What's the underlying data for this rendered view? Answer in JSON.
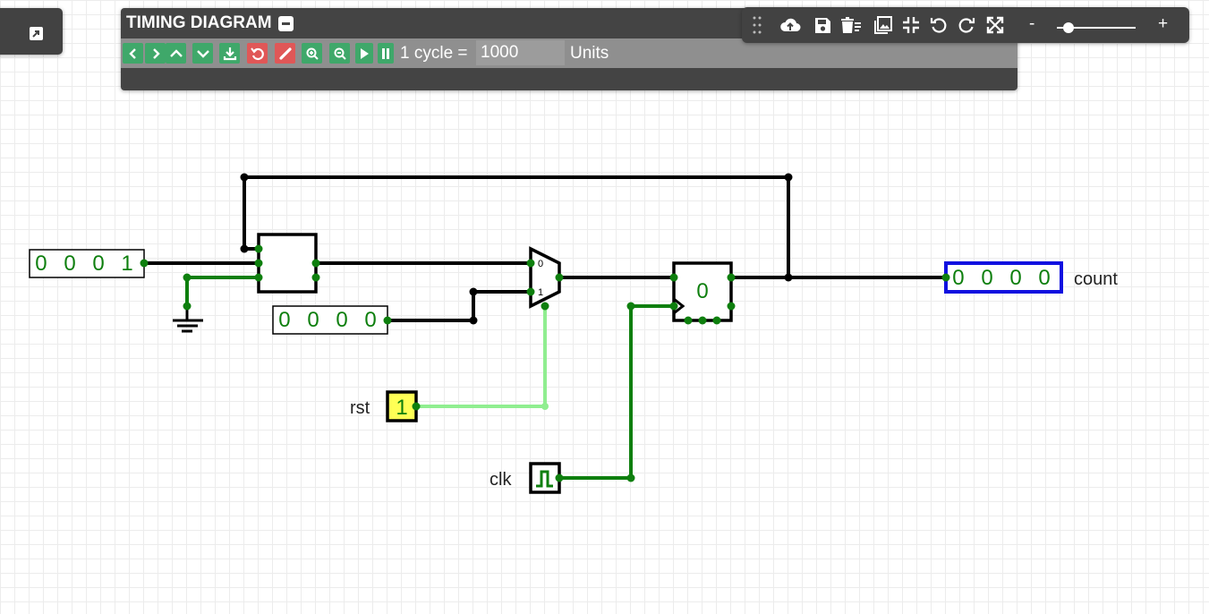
{
  "timing_diagram": {
    "title": "TIMING DIAGRAM",
    "cycle_label": "1 cycle =",
    "cycle_value": "1000",
    "units_label": "Units"
  },
  "toolbar": {
    "zoom_minus": "-",
    "zoom_plus": "+",
    "zoom_level": 0.15
  },
  "circuit": {
    "constant_input_bits": "0 0 0 1",
    "constant_zero_bits": "0 0 0 0",
    "register_value": "0",
    "mux_label_0": "0",
    "mux_label_1": "1",
    "rst_label": "rst",
    "rst_value": "1",
    "clk_label": "clk",
    "count_label": "count",
    "count_value": "0 0 0 0"
  },
  "colors": {
    "wire_black": "#000000",
    "wire_green": "#0e7f0e",
    "wire_light_green": "#90ee90",
    "node_green": "#0e7f0e",
    "output_border": "#1010e0",
    "rst_fill": "#ffff55"
  }
}
